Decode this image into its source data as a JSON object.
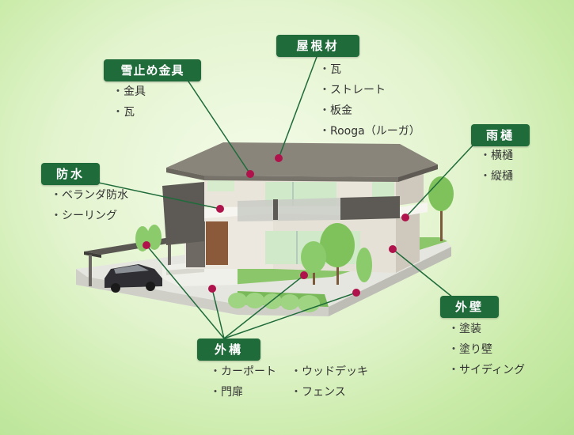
{
  "colors": {
    "accent": "#1f6b3a",
    "dot": "#b0124c"
  },
  "categories": [
    {
      "id": "yane",
      "label": "屋根材",
      "items": [
        "瓦",
        "ストレート",
        "板金",
        "Rooga（ルーガ）"
      ]
    },
    {
      "id": "yukidome",
      "label": "雪止め金具",
      "items": [
        "金具",
        "瓦"
      ]
    },
    {
      "id": "amadoi",
      "label": "雨樋",
      "items": [
        "横樋",
        "縦樋"
      ]
    },
    {
      "id": "bousui",
      "label": "防水",
      "items": [
        "ベランダ防水",
        "シーリング"
      ]
    },
    {
      "id": "gaiheki",
      "label": "外壁",
      "items": [
        "塗装",
        "塗り壁",
        "サイディング"
      ]
    },
    {
      "id": "gaikou",
      "label": "外構",
      "items": [
        "カーポート",
        "門扉",
        "ウッドデッキ",
        "フェンス"
      ]
    }
  ]
}
